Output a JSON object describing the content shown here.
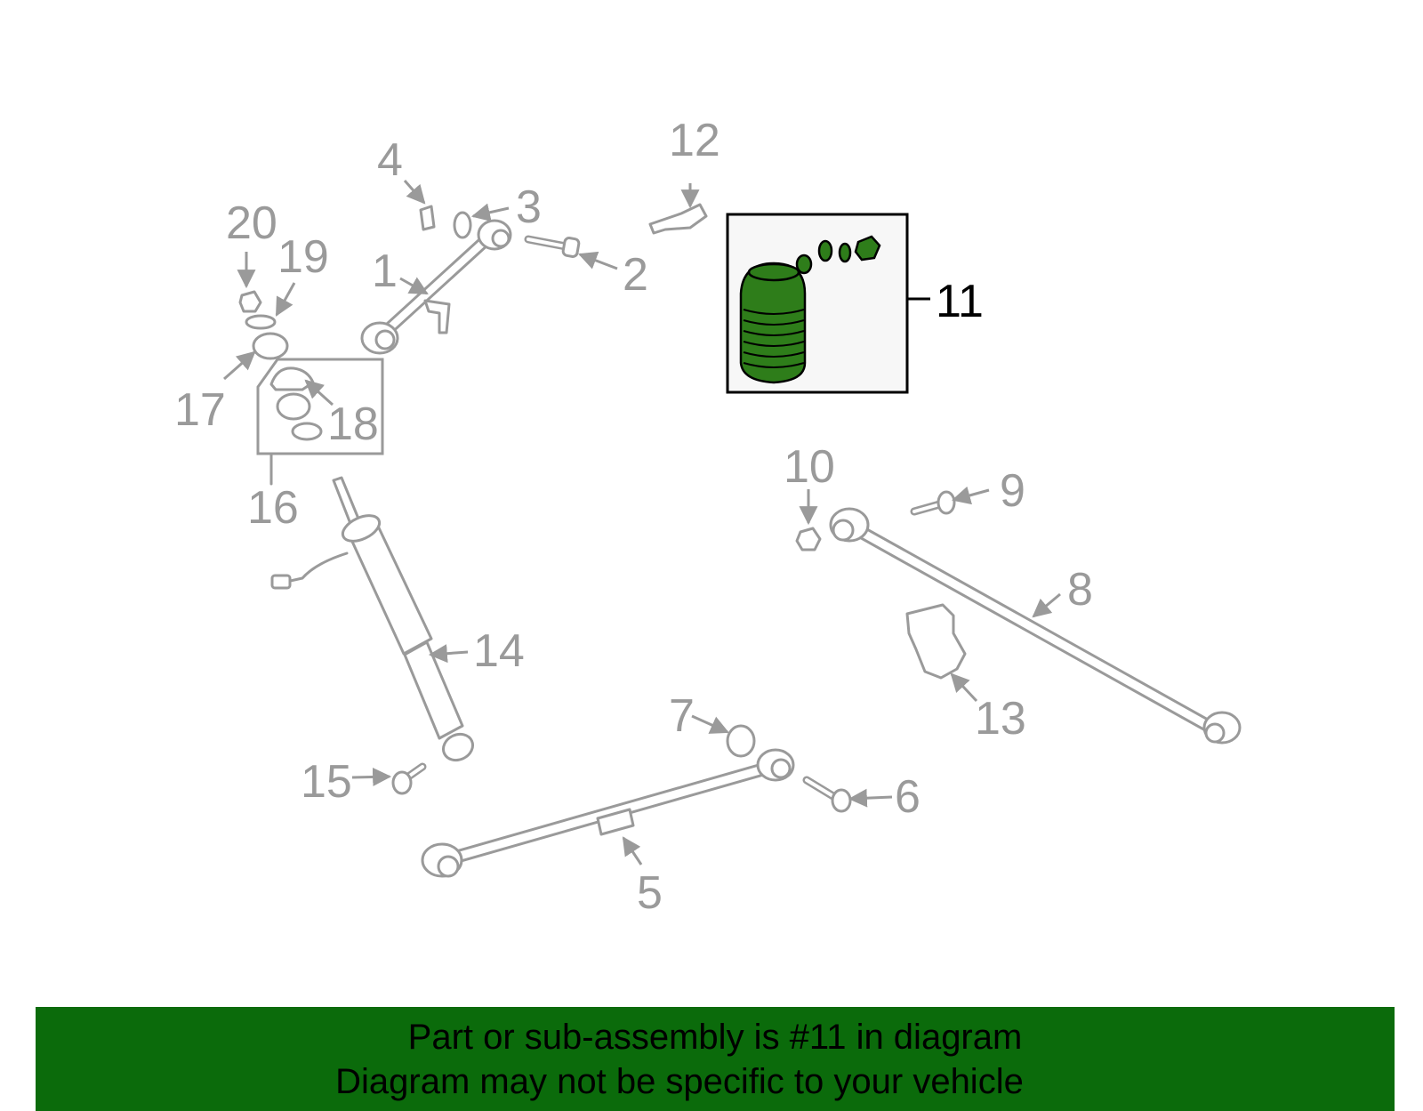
{
  "callouts": [
    "1",
    "2",
    "3",
    "4",
    "5",
    "6",
    "7",
    "8",
    "9",
    "10",
    "11",
    "12",
    "13",
    "14",
    "15",
    "16",
    "17",
    "18",
    "19",
    "20"
  ],
  "highlight_callout": "11",
  "colors": {
    "highlight_part": "#2e7d1a",
    "banner_bg": "#0b6b0b",
    "line_gray": "#9a9a9a"
  },
  "banner": {
    "line1": "Part or sub-assembly is #11 in diagram",
    "line2": "Diagram may not be specific to your vehicle"
  }
}
